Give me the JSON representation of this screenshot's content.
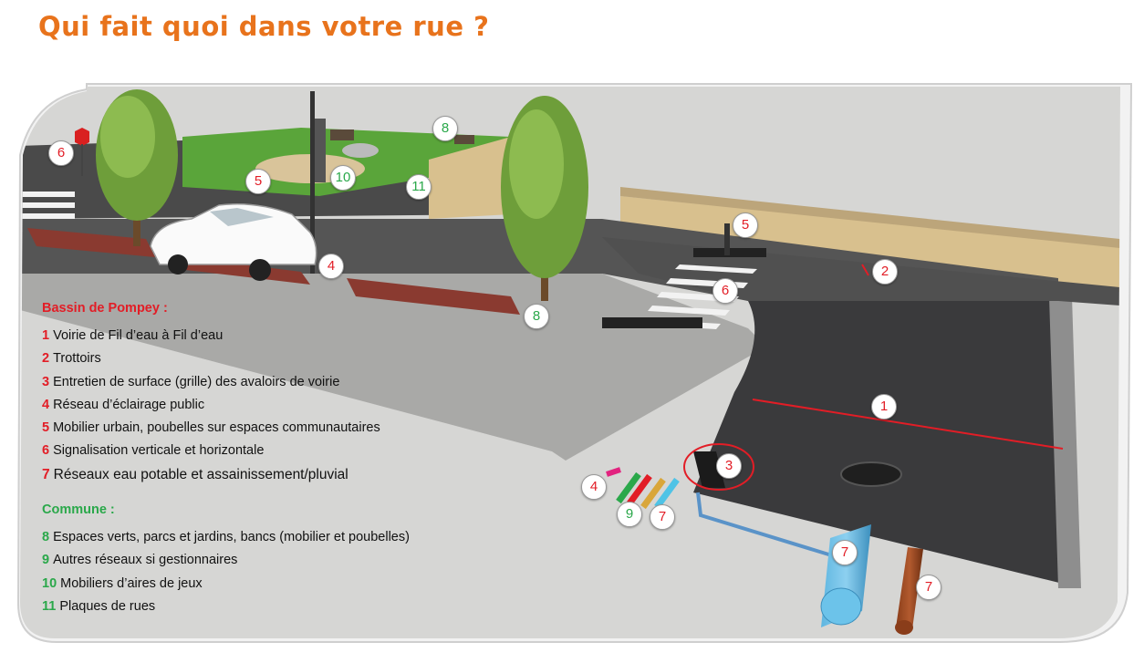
{
  "title": "Qui fait quoi dans votre rue ?",
  "colors": {
    "title": "#e8731c",
    "red": "#e21d26",
    "green": "#2aa84a"
  },
  "legend": {
    "bassin_heading": "Bassin de Pompey :",
    "bassin_items": [
      {
        "num": "1",
        "text": "Voirie de Fil d’eau à Fil d’eau"
      },
      {
        "num": "2",
        "text": "Trottoirs"
      },
      {
        "num": "3",
        "text": "Entretien de surface (grille) des avaloirs de voirie"
      },
      {
        "num": "4",
        "text": "Réseau d’éclairage public"
      },
      {
        "num": "5",
        "text": "Mobilier urbain, poubelles sur espaces communautaires"
      },
      {
        "num": "6",
        "text": "Signalisation verticale et horizontale"
      },
      {
        "num": "7",
        "text": "Réseaux eau potable et assainissement/pluvial"
      }
    ],
    "commune_heading": "Commune :",
    "commune_items": [
      {
        "num": "8",
        "text": "Espaces verts, parcs et jardins, bancs (mobilier et poubelles)"
      },
      {
        "num": "9",
        "text": "Autres réseaux si gestionnaires"
      },
      {
        "num": "10",
        "text": "Mobiliers d’aires de jeux"
      },
      {
        "num": "11",
        "text": "Plaques de rues"
      }
    ]
  },
  "badges": [
    {
      "num": "6",
      "color": "red"
    },
    {
      "num": "8",
      "color": "green"
    },
    {
      "num": "10",
      "color": "green"
    },
    {
      "num": "11",
      "color": "green"
    },
    {
      "num": "5",
      "color": "red"
    },
    {
      "num": "5",
      "color": "red"
    },
    {
      "num": "4",
      "color": "red"
    },
    {
      "num": "2",
      "color": "red"
    },
    {
      "num": "6",
      "color": "red"
    },
    {
      "num": "8",
      "color": "green"
    },
    {
      "num": "1",
      "color": "red"
    },
    {
      "num": "3",
      "color": "red"
    },
    {
      "num": "4",
      "color": "red"
    },
    {
      "num": "9",
      "color": "green"
    },
    {
      "num": "7",
      "color": "red"
    },
    {
      "num": "7",
      "color": "red"
    },
    {
      "num": "7",
      "color": "red"
    }
  ]
}
